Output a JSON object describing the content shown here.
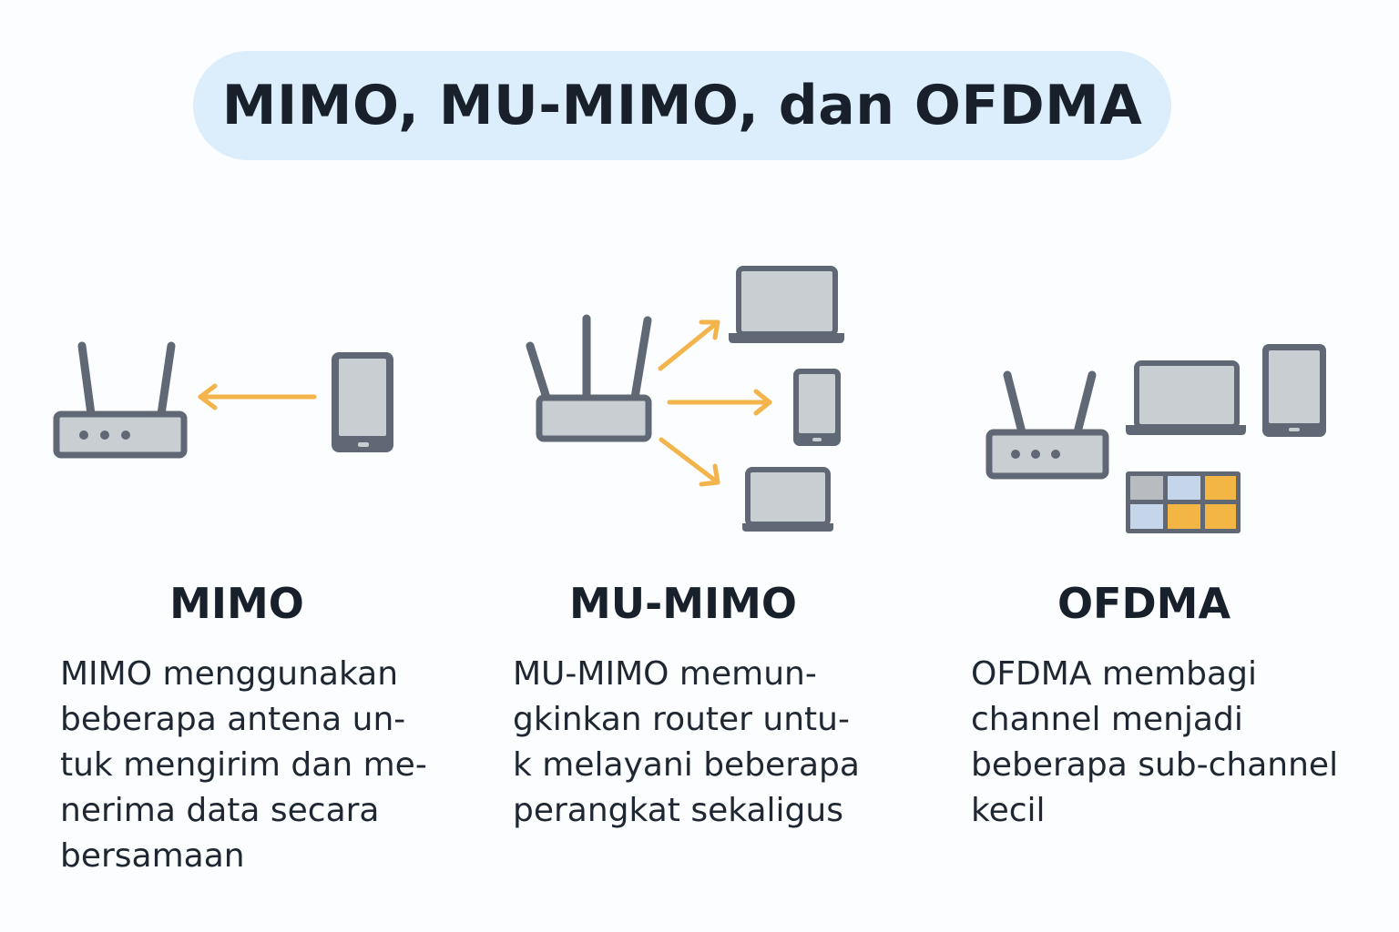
{
  "title": "MIMO, MU-MIMO, dan OFDMA",
  "colors": {
    "title_bg": "#dcedfb",
    "device_stroke": "#5f6874",
    "device_fill": "#c9ced3",
    "arrow": "#f2b44b",
    "grid_orange": "#f3b544",
    "grid_blue": "#c5d6ea",
    "grid_gray": "#b8bcc0"
  },
  "columns": [
    {
      "heading": "MIMO",
      "description": [
        "MIMO menggunakan",
        "beberapa antena un-",
        "tuk mengirim dan me-",
        "nerima data secara",
        "bersamaan"
      ]
    },
    {
      "heading": "MU-MIMO",
      "description": [
        "MU-MIMO memun-",
        "gkinkan router untu-",
        "k melayani beberapa",
        "perangkat sekaligus"
      ]
    },
    {
      "heading": "OFDMA",
      "description": [
        "OFDMA membagi",
        "channel menjadi",
        "beberapa sub-channel",
        "kecil"
      ]
    }
  ],
  "icons": {
    "mimo": [
      "router-icon",
      "arrow-left-icon",
      "smartphone-icon"
    ],
    "mu_mimo": [
      "router-icon",
      "arrow-icon",
      "laptop-icon",
      "smartphone-icon",
      "laptop-icon"
    ],
    "ofdma": [
      "router-icon",
      "laptop-icon",
      "tablet-icon",
      "subchannel-grid-icon"
    ]
  }
}
